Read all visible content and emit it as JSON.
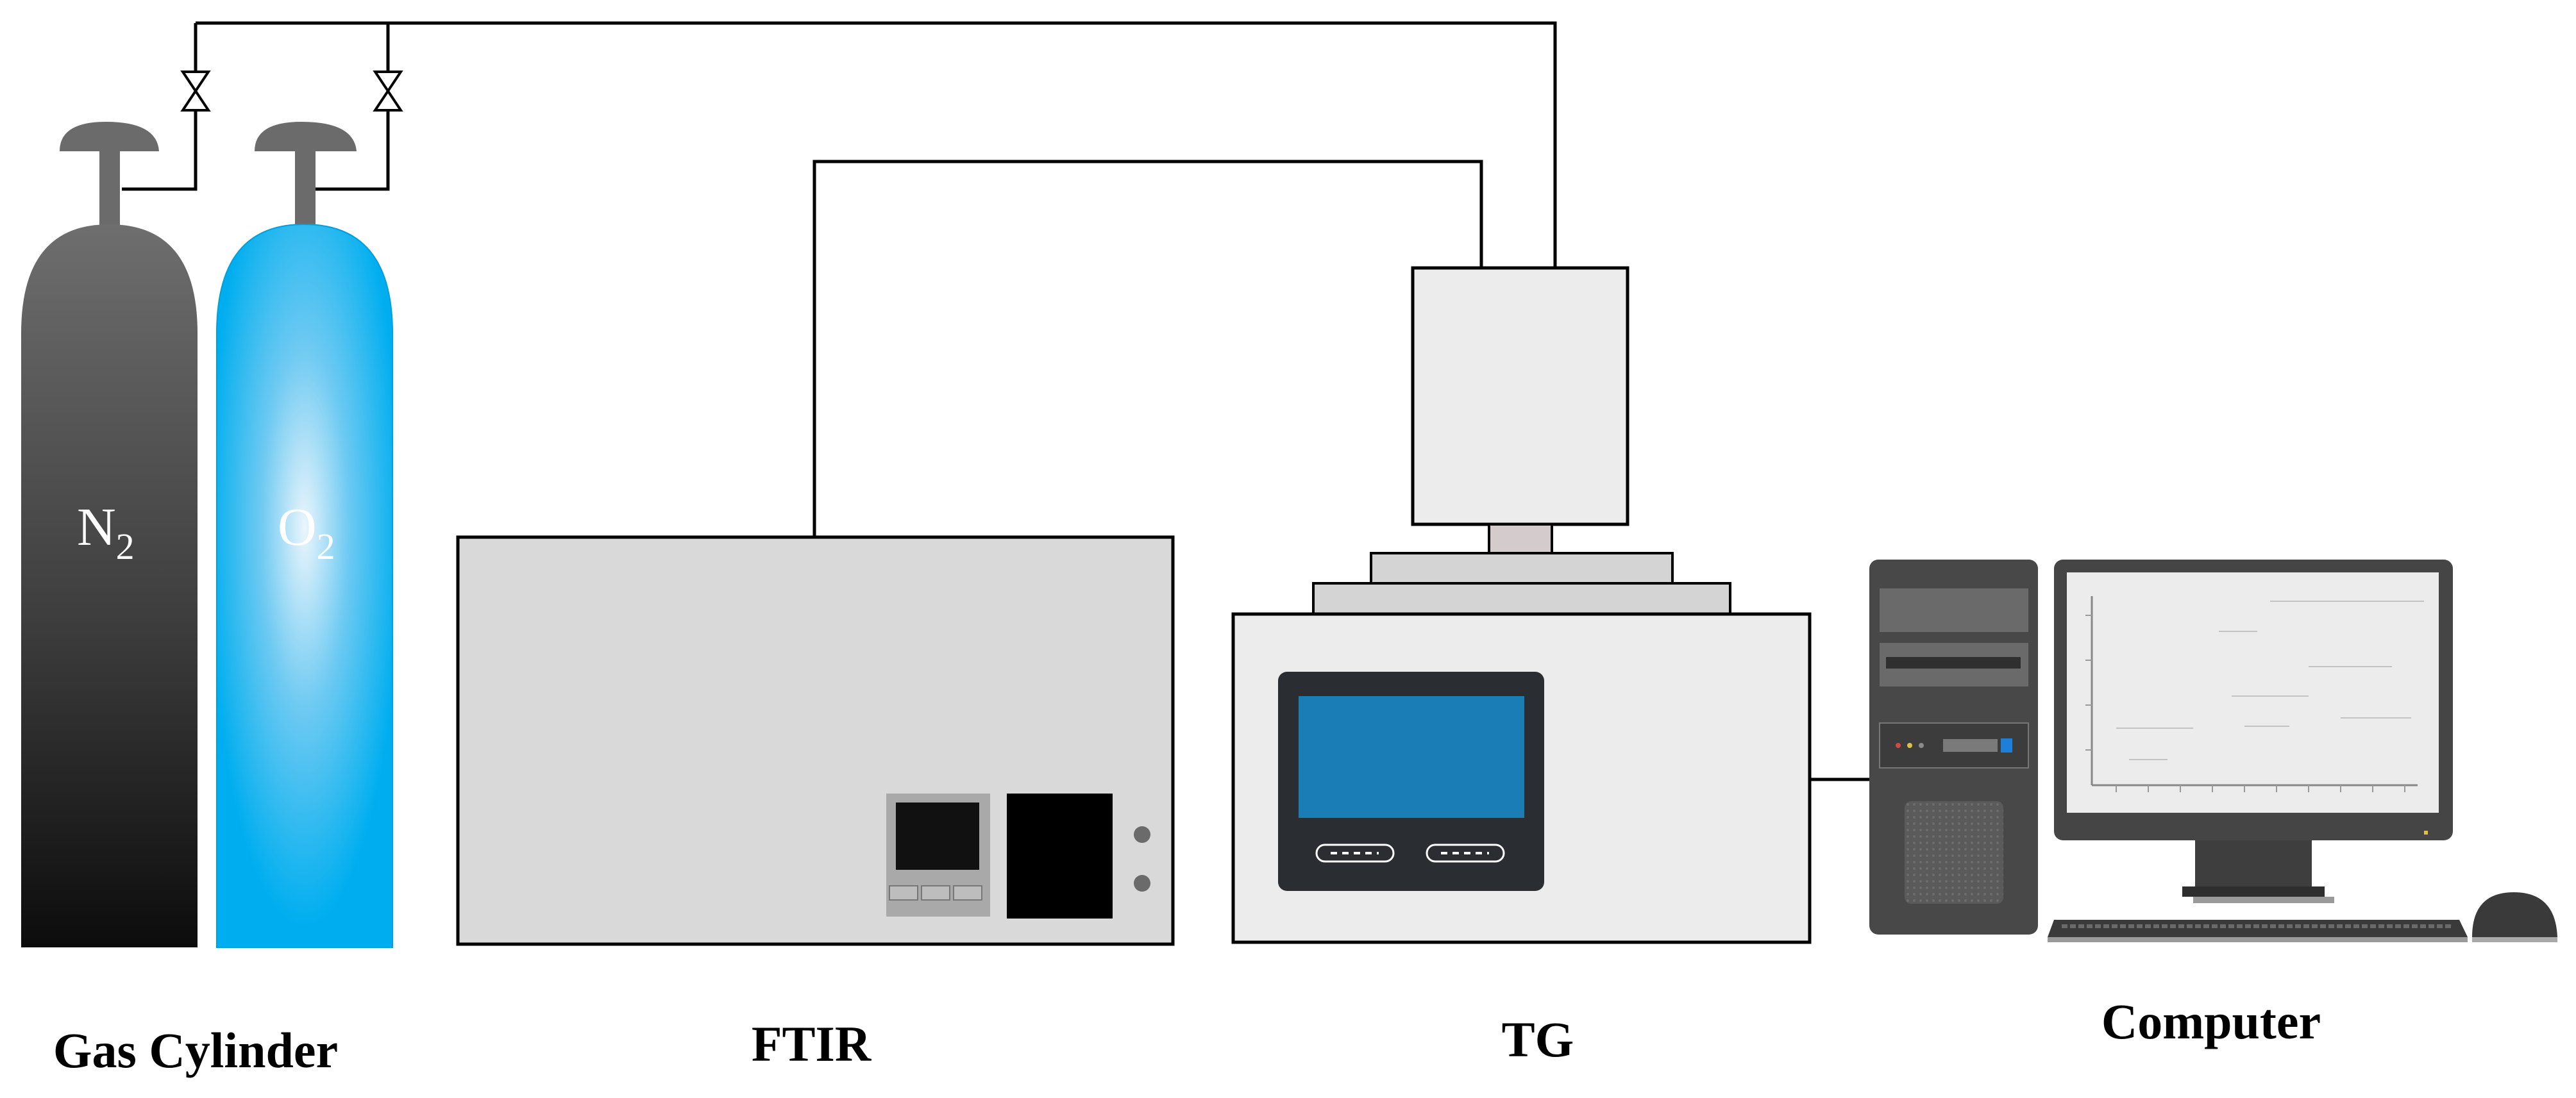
{
  "labels": {
    "gas_cylinder": "Gas Cylinder",
    "ftir": "FTIR",
    "tg": "TG",
    "computer": "Computer"
  },
  "cylinders": {
    "n2": {
      "symbol": "N",
      "subscript": "2"
    },
    "o2": {
      "symbol": "O",
      "subscript": "2"
    }
  },
  "colors": {
    "line": "#000000",
    "n2_cylinder_top": "#6a6a6a",
    "n2_cylinder_bottom": "#0f0f0f",
    "o2_cylinder": "#00aeef",
    "o2_highlight": "#e6f3fb",
    "instrument_body": "#d9d9d9",
    "tg_body": "#ececec",
    "tg_screen": "#1a7db5",
    "panel_dark": "#2a2d31",
    "computer_case": "#4a4a4a"
  },
  "icons": {
    "valve": "gate-valve-icon",
    "mouse": "mouse-icon",
    "keyboard": "keyboard-icon"
  }
}
